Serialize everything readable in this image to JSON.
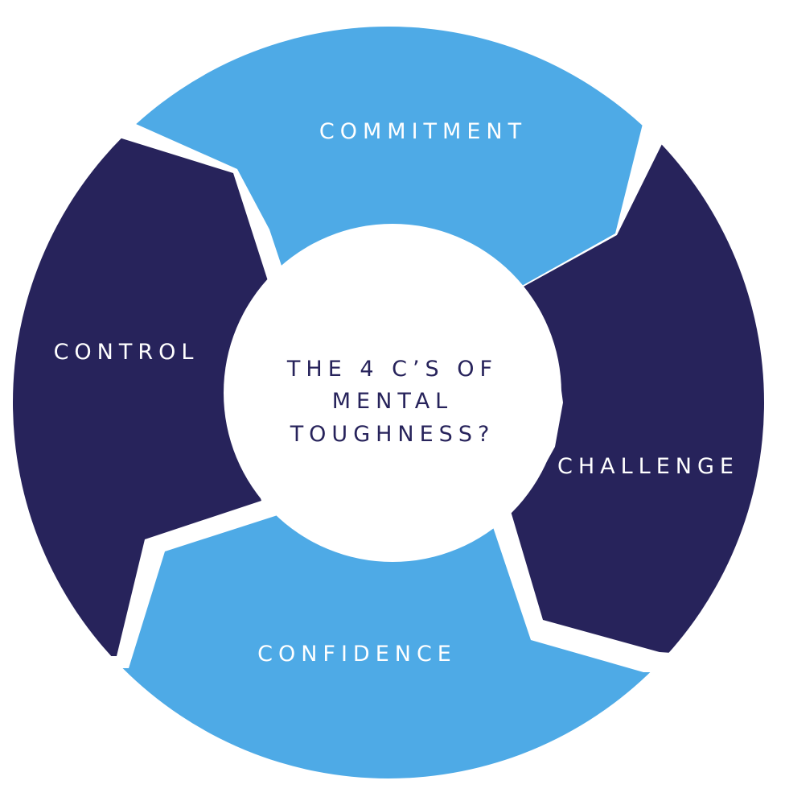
{
  "diagram": {
    "center": {
      "lines": [
        "THE 4 C’S OF",
        "MENTAL",
        "TOUGHNESS?"
      ]
    },
    "segments": [
      {
        "id": "commitment",
        "label": "COMMITMENT"
      },
      {
        "id": "challenge",
        "label": "CHALLENGE"
      },
      {
        "id": "confidence",
        "label": "CONFIDENCE"
      },
      {
        "id": "control",
        "label": "CONTROL"
      }
    ]
  },
  "colors": {
    "light_segment": "#4eaae6",
    "dark_segment": "#27235b",
    "center_fill": "#ffffff",
    "segment_text": "#ffffff",
    "center_text": "#27235b",
    "background": "#ffffff"
  }
}
